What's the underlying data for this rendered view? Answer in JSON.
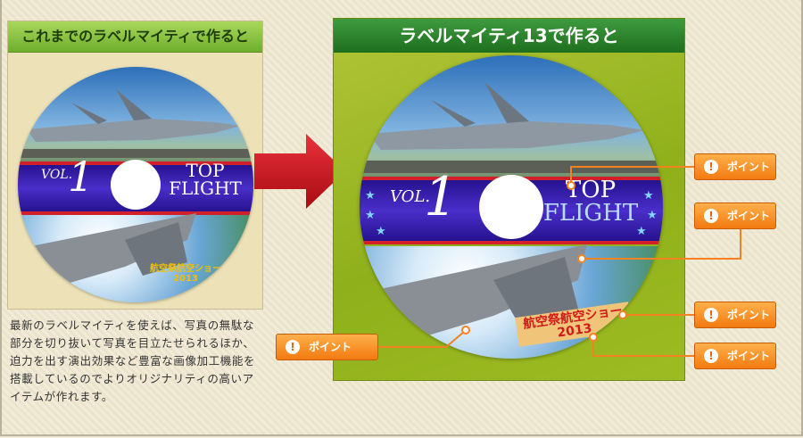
{
  "left": {
    "header": "これまでのラベルマイティで作ると",
    "description": "最新のラベルマイティを使えば、写真の無駄な部分を切り抜いて写真を目立たせられるほか、迫力を出す演出効果など豊富な画像加工機能を搭載しているのでよりオリジナリティの高いアイテムが作れます。"
  },
  "right": {
    "header": "ラベルマイティ13で作ると"
  },
  "disc": {
    "vol_prefix": "VOL.",
    "vol_number": "1",
    "title_line1": "TOP",
    "title_line2": "FLIGHT",
    "airshow_line1": "航空祭航空ショー",
    "airshow_line2": "2013"
  },
  "callouts": {
    "label": "ポイント",
    "icon": "!"
  },
  "colors": {
    "left_header": "#8cc63f",
    "right_header": "#2e8b2e",
    "callout": "#f58220",
    "band": "#3a1fb0",
    "arrow": "#d0121b"
  }
}
